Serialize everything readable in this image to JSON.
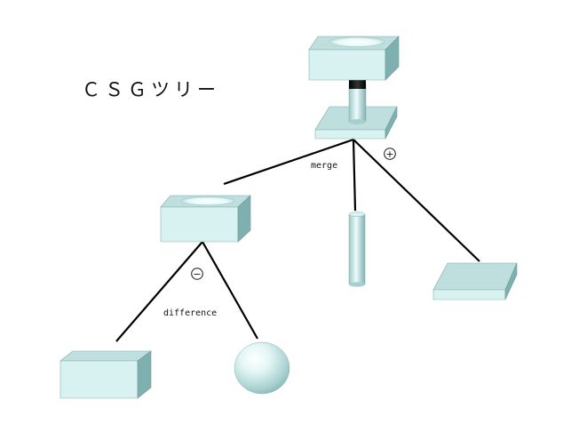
{
  "title": "ＣＳＧツリー",
  "operations": {
    "merge": {
      "label": "merge",
      "symbol": "+"
    },
    "difference": {
      "label": "difference",
      "symbol": "−"
    }
  },
  "colors": {
    "shape_light": "#d8f1f1",
    "shape_mid": "#bfdede",
    "shape_dark": "#7fb0b0",
    "edge": "#000000",
    "background": "#ffffff"
  }
}
